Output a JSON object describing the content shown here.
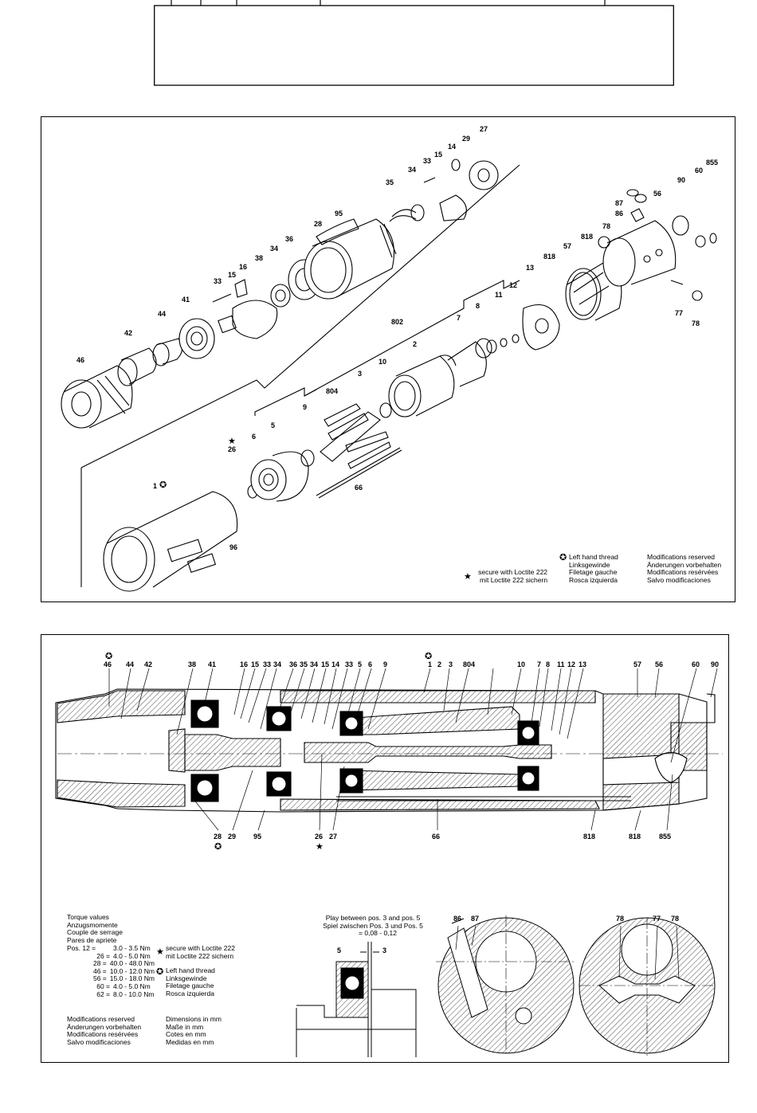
{
  "top_exploded_labels": [
    {
      "id": "27",
      "t": "27"
    },
    {
      "id": "29",
      "t": "29"
    },
    {
      "id": "14",
      "t": "14"
    },
    {
      "id": "15a",
      "t": "15"
    },
    {
      "id": "33a",
      "t": "33"
    },
    {
      "id": "34a",
      "t": "34"
    },
    {
      "id": "35",
      "t": "35"
    },
    {
      "id": "95",
      "t": "95"
    },
    {
      "id": "28",
      "t": "28"
    },
    {
      "id": "36",
      "t": "36"
    },
    {
      "id": "34b",
      "t": "34"
    },
    {
      "id": "38",
      "t": "38"
    },
    {
      "id": "16",
      "t": "16"
    },
    {
      "id": "15b",
      "t": "15"
    },
    {
      "id": "33b",
      "t": "33"
    },
    {
      "id": "41",
      "t": "41"
    },
    {
      "id": "44",
      "t": "44"
    },
    {
      "id": "42",
      "t": "42"
    },
    {
      "id": "46",
      "t": "46"
    },
    {
      "id": "855",
      "t": "855"
    },
    {
      "id": "90",
      "t": "90"
    },
    {
      "id": "60",
      "t": "60"
    },
    {
      "id": "87",
      "t": "87"
    },
    {
      "id": "86",
      "t": "86"
    },
    {
      "id": "56",
      "t": "56"
    },
    {
      "id": "78a",
      "t": "78"
    },
    {
      "id": "818a",
      "t": "818"
    },
    {
      "id": "818b",
      "t": "818"
    },
    {
      "id": "57",
      "t": "57"
    },
    {
      "id": "13",
      "t": "13"
    },
    {
      "id": "12",
      "t": "12"
    },
    {
      "id": "11",
      "t": "11"
    },
    {
      "id": "8",
      "t": "8"
    },
    {
      "id": "77",
      "t": "77"
    },
    {
      "id": "78b",
      "t": "78"
    },
    {
      "id": "802",
      "t": "802"
    },
    {
      "id": "7",
      "t": "7"
    },
    {
      "id": "2",
      "t": "2"
    },
    {
      "id": "10",
      "t": "10"
    },
    {
      "id": "3",
      "t": "3"
    },
    {
      "id": "804",
      "t": "804"
    },
    {
      "id": "9",
      "t": "9"
    },
    {
      "id": "6",
      "t": "6"
    },
    {
      "id": "5",
      "t": "5"
    },
    {
      "id": "26",
      "t": "26"
    },
    {
      "id": "1",
      "t": "1"
    },
    {
      "id": "66",
      "t": "66"
    },
    {
      "id": "96",
      "t": "96"
    }
  ],
  "top_legend": {
    "loctite": [
      "secure with Loctite 222",
      "mit Loctite 222 sichern"
    ],
    "left_hand": [
      "Left hand thread",
      "Linksgewinde",
      "Filetage gauche",
      "Rosca izquierda"
    ],
    "modifications": [
      "Modifications reserved",
      "Änderungen vorbehalten",
      "Modifications resérvées",
      "Salvo modificaciones"
    ]
  },
  "section_labels_top": [
    {
      "id": "46",
      "t": "46"
    },
    {
      "id": "44",
      "t": "44"
    },
    {
      "id": "42",
      "t": "42"
    },
    {
      "id": "38",
      "t": "38"
    },
    {
      "id": "41",
      "t": "41"
    },
    {
      "id": "16",
      "t": "16"
    },
    {
      "id": "15",
      "t": "15"
    },
    {
      "id": "33",
      "t": "33"
    },
    {
      "id": "34",
      "t": "34"
    },
    {
      "id": "36",
      "t": "36"
    },
    {
      "id": "35",
      "t": "35"
    },
    {
      "id": "34b",
      "t": "34"
    },
    {
      "id": "15b",
      "t": "15"
    },
    {
      "id": "14",
      "t": "14"
    },
    {
      "id": "33b",
      "t": "33"
    },
    {
      "id": "5",
      "t": "5"
    },
    {
      "id": "6",
      "t": "6"
    },
    {
      "id": "9",
      "t": "9"
    },
    {
      "id": "1",
      "t": "1"
    },
    {
      "id": "2",
      "t": "2"
    },
    {
      "id": "3",
      "t": "3"
    },
    {
      "id": "804",
      "t": "804"
    },
    {
      "id": "10",
      "t": "10"
    },
    {
      "id": "7",
      "t": "7"
    },
    {
      "id": "8",
      "t": "8"
    },
    {
      "id": "11",
      "t": "11"
    },
    {
      "id": "12",
      "t": "12"
    },
    {
      "id": "13",
      "t": "13"
    },
    {
      "id": "57",
      "t": "57"
    },
    {
      "id": "56",
      "t": "56"
    },
    {
      "id": "60",
      "t": "60"
    },
    {
      "id": "90",
      "t": "90"
    }
  ],
  "section_labels_bottom": [
    {
      "id": "28",
      "t": "28"
    },
    {
      "id": "29",
      "t": "29"
    },
    {
      "id": "95",
      "t": "95"
    },
    {
      "id": "26",
      "t": "26"
    },
    {
      "id": "27",
      "t": "27"
    },
    {
      "id": "66",
      "t": "66"
    },
    {
      "id": "818a",
      "t": "818"
    },
    {
      "id": "818b",
      "t": "818"
    },
    {
      "id": "855",
      "t": "855"
    }
  ],
  "torque": {
    "heading": [
      "Torque values",
      "Anzugsmomente",
      "Couple de serrage",
      "Pares de apriete"
    ],
    "rows": [
      {
        "pos": "Pos. 12 =",
        "val": "3.0 -   3.5 Nm"
      },
      {
        "pos": "26 =",
        "val": "4.0 -   5.0 Nm"
      },
      {
        "pos": "28 =",
        "val": "40.0 - 48.0 Nm"
      },
      {
        "pos": "46 =",
        "val": "10.0 - 12.0 Nm"
      },
      {
        "pos": "56 =",
        "val": "15.0 - 18.0 Nm"
      },
      {
        "pos": "60 =",
        "val": "4.0 -   5.0 Nm"
      },
      {
        "pos": "62 =",
        "val": "8.0 - 10.0 Nm"
      }
    ]
  },
  "bottom_loctite": [
    "secure with Loctite 222",
    "mit Loctite 222 sichern"
  ],
  "bottom_left_hand": [
    "Left hand thread",
    "Linksgewinde",
    "Filetage gauche",
    "Rosca izquierda"
  ],
  "bottom_modifications": [
    "Modifications reserved",
    "Änderungen vorbehalten",
    "Modifications resérvées",
    "Salvo modificaciones"
  ],
  "dimensions": [
    "Dimensions in mm",
    "Maße in mm",
    "Cotes en mm",
    "Medidas en mm"
  ],
  "play": {
    "line1": "Play between pos. 3 and pos. 5",
    "line2": "Spiel zwischen Pos. 3 und Pos. 5",
    "value": "= 0,08 - 0,12",
    "lbl5": "5",
    "lbl3": "3"
  },
  "detail1": {
    "a": "86",
    "b": "87"
  },
  "detail2": {
    "a": "78",
    "b": "77",
    "c": "78"
  }
}
